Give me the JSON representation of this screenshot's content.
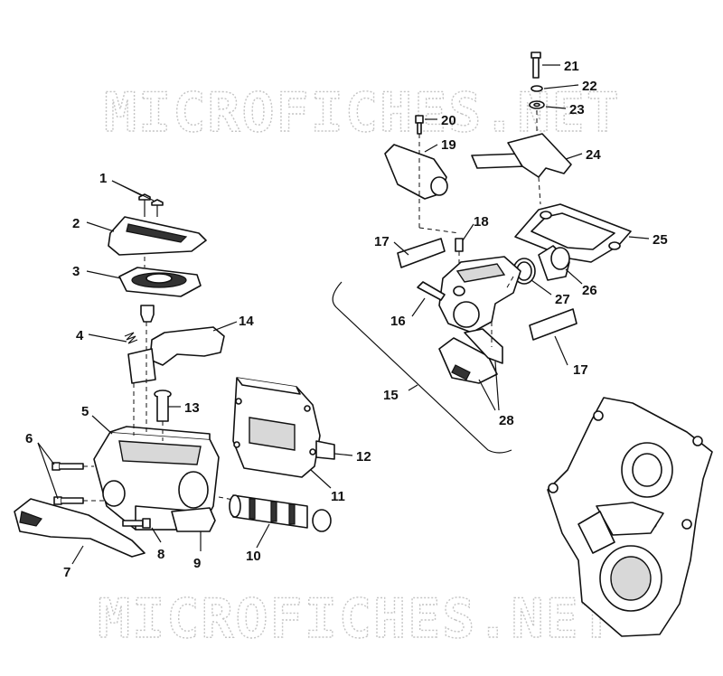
{
  "watermark": "MICROFICHES.NET",
  "callouts": [
    "1",
    "2",
    "3",
    "4",
    "5",
    "6",
    "7",
    "8",
    "9",
    "10",
    "11",
    "12",
    "13",
    "14",
    "15",
    "16",
    "17",
    "18",
    "19",
    "20",
    "21",
    "22",
    "23",
    "24",
    "25",
    "26",
    "27",
    "28"
  ]
}
